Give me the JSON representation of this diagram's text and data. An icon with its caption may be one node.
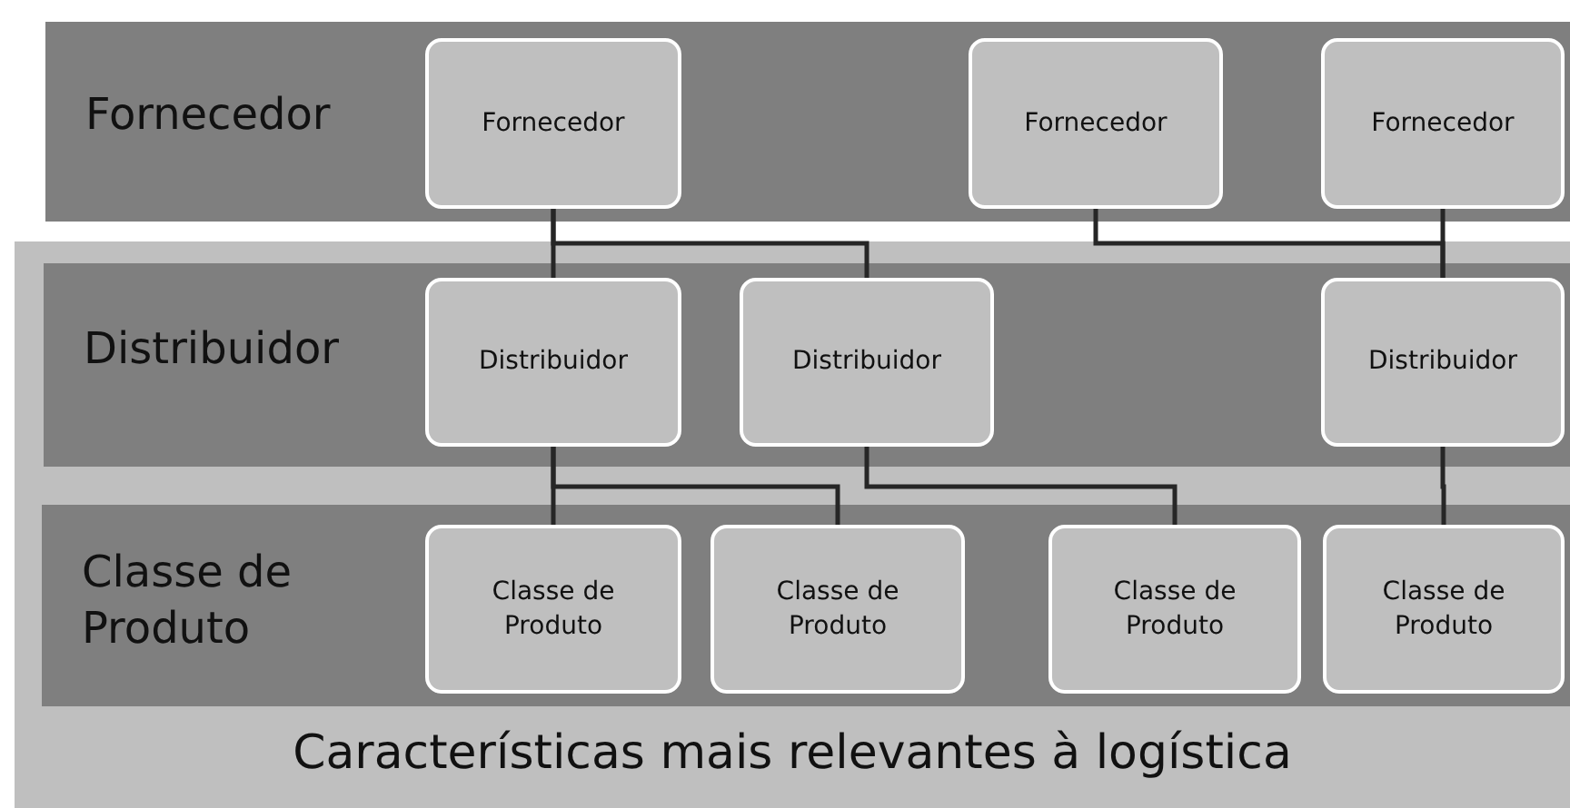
{
  "diagram": {
    "nodes": [
      {
        "text": [
          "Fornecedor"
        ]
      },
      {
        "text": [
          "Fornecedor"
        ],
        "in": 0
      },
      {
        "text": [
          "Fornecedor"
        ],
        "in": 0
      },
      {
        "text": [
          "Fornecedor"
        ],
        "in": 0
      },
      {
        "text": [
          "Características mais relevantes à logística"
        ]
      },
      {
        "text": [
          "Distribuidor"
        ],
        "in": 4
      },
      {
        "text": [
          "Distribuidor"
        ],
        "in": 5
      },
      {
        "text": [
          "Distribuidor"
        ],
        "in": 5
      },
      {
        "text": [
          "Distribuidor"
        ],
        "in": 5
      },
      {
        "text": [
          "Classe de Produto"
        ],
        "in": 4
      },
      {
        "text": [
          "Classe de Produto"
        ],
        "in": 9
      },
      {
        "text": [
          "Classe de Produto"
        ],
        "in": 9
      },
      {
        "text": [
          "Classe de Produto"
        ],
        "in": 9
      },
      {
        "text": [
          "Classe de Produto"
        ],
        "in": 9
      }
    ],
    "edges": [
      {
        "from": 1,
        "to": 6,
        "arrow": "none"
      },
      {
        "from": 1,
        "to": 7,
        "arrow": "none"
      },
      {
        "from": 2,
        "to": 8,
        "arrow": "none"
      },
      {
        "from": 3,
        "to": 8,
        "arrow": "none"
      },
      {
        "from": 6,
        "to": 10,
        "arrow": "none"
      },
      {
        "from": 6,
        "to": 11,
        "arrow": "none"
      },
      {
        "from": 7,
        "to": 12,
        "arrow": "none"
      },
      {
        "from": 8,
        "to": 13,
        "arrow": "none"
      }
    ]
  }
}
